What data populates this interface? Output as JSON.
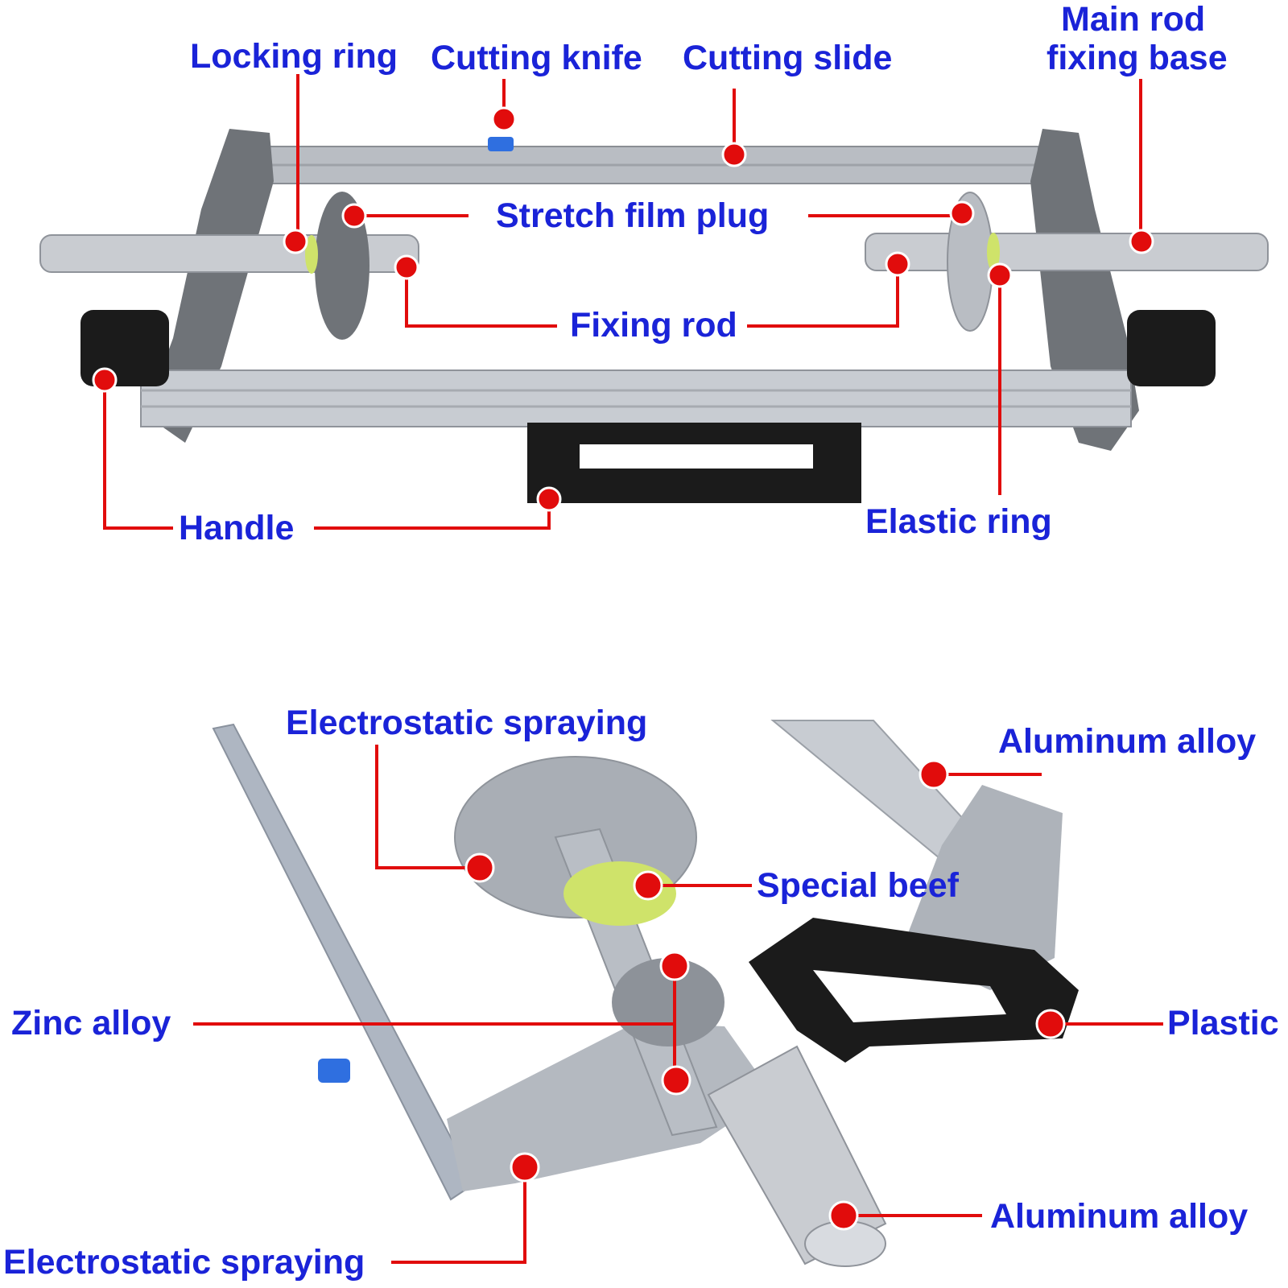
{
  "colors": {
    "label_text": "#1a23d8",
    "leader_line": "#e10c0c",
    "marker_dot": "#e10c0c",
    "frame_gray": "#6f7378",
    "aluminum": "#c8ccd2",
    "handle_black": "#1b1b1b",
    "elastic_ring_green": "#cfe36a",
    "knife_blue": "#2f6fe0"
  },
  "top_diagram": {
    "labels": {
      "locking_ring": "Locking ring",
      "cutting_knife": "Cutting knife",
      "cutting_slide": "Cutting slide",
      "main_rod_line1": "Main rod",
      "main_rod_line2": "fixing base",
      "stretch_film_plug": "Stretch film plug",
      "fixing_rod": "Fixing rod",
      "handle": "Handle",
      "elastic_ring": "Elastic ring"
    }
  },
  "bottom_diagram": {
    "labels": {
      "electrostatic_spraying_top": "Electrostatic spraying",
      "aluminum_alloy_top": "Aluminum alloy",
      "special_beef": "Special beef",
      "zinc_alloy": "Zinc alloy",
      "plastic": "Plastic",
      "aluminum_alloy_bottom": "Aluminum alloy",
      "electrostatic_spraying_bottom": "Electrostatic spraying"
    }
  }
}
